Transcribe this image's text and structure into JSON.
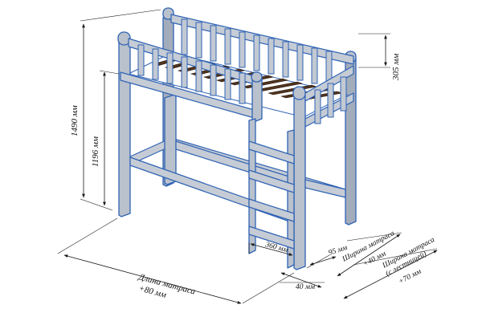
{
  "dimensions": {
    "total_height": "1490 мм",
    "deck_height": "1196 мм",
    "guard_height": "305 мм",
    "ladder_width": "360 мм",
    "ladder_gap": "95 мм",
    "bottom_offset": "40 мм",
    "mattress_length_line1": "Длина матраса",
    "mattress_length_line2": "+80 мм",
    "mattress_width_line1": "Ширина матраса",
    "mattress_width_line2": "+40 мм",
    "mattress_width_ladder_line1": "Ширина матраса",
    "mattress_width_ladder_line2": "(с лестницей)",
    "mattress_width_ladder_line3": "+70 мм"
  }
}
